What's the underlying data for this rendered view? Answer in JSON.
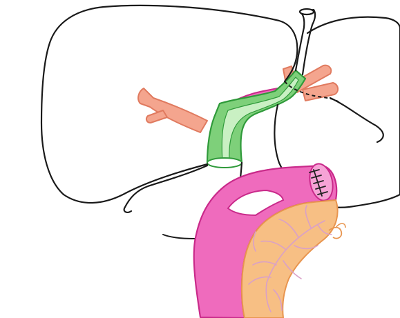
{
  "diagram": {
    "colors": {
      "background": "#ffffff",
      "outline": "#1a1a1a",
      "vessel_fill": "#f4a58e",
      "vessel_stroke": "#e07a5f",
      "duct_fill": "#7ed07a",
      "duct_stroke": "#2f9a3a",
      "duct_highlight": "#c9f0c3",
      "bowel_fill": "#ef6bbd",
      "bowel_stroke": "#c92a8a",
      "bowel_lumen": "#f6a3d6",
      "mesentery_fill": "#f7bf84",
      "mesentery_stroke": "#e8954f",
      "mesentery_vessel": "#d9a0c8",
      "suture": "#222222"
    },
    "parts": [
      "liver-outline",
      "portal-vein",
      "hepatic-artery",
      "bile-duct",
      "jejunal-limb",
      "mesentery",
      "stomach-outline",
      "anastomosis-sutures"
    ]
  }
}
